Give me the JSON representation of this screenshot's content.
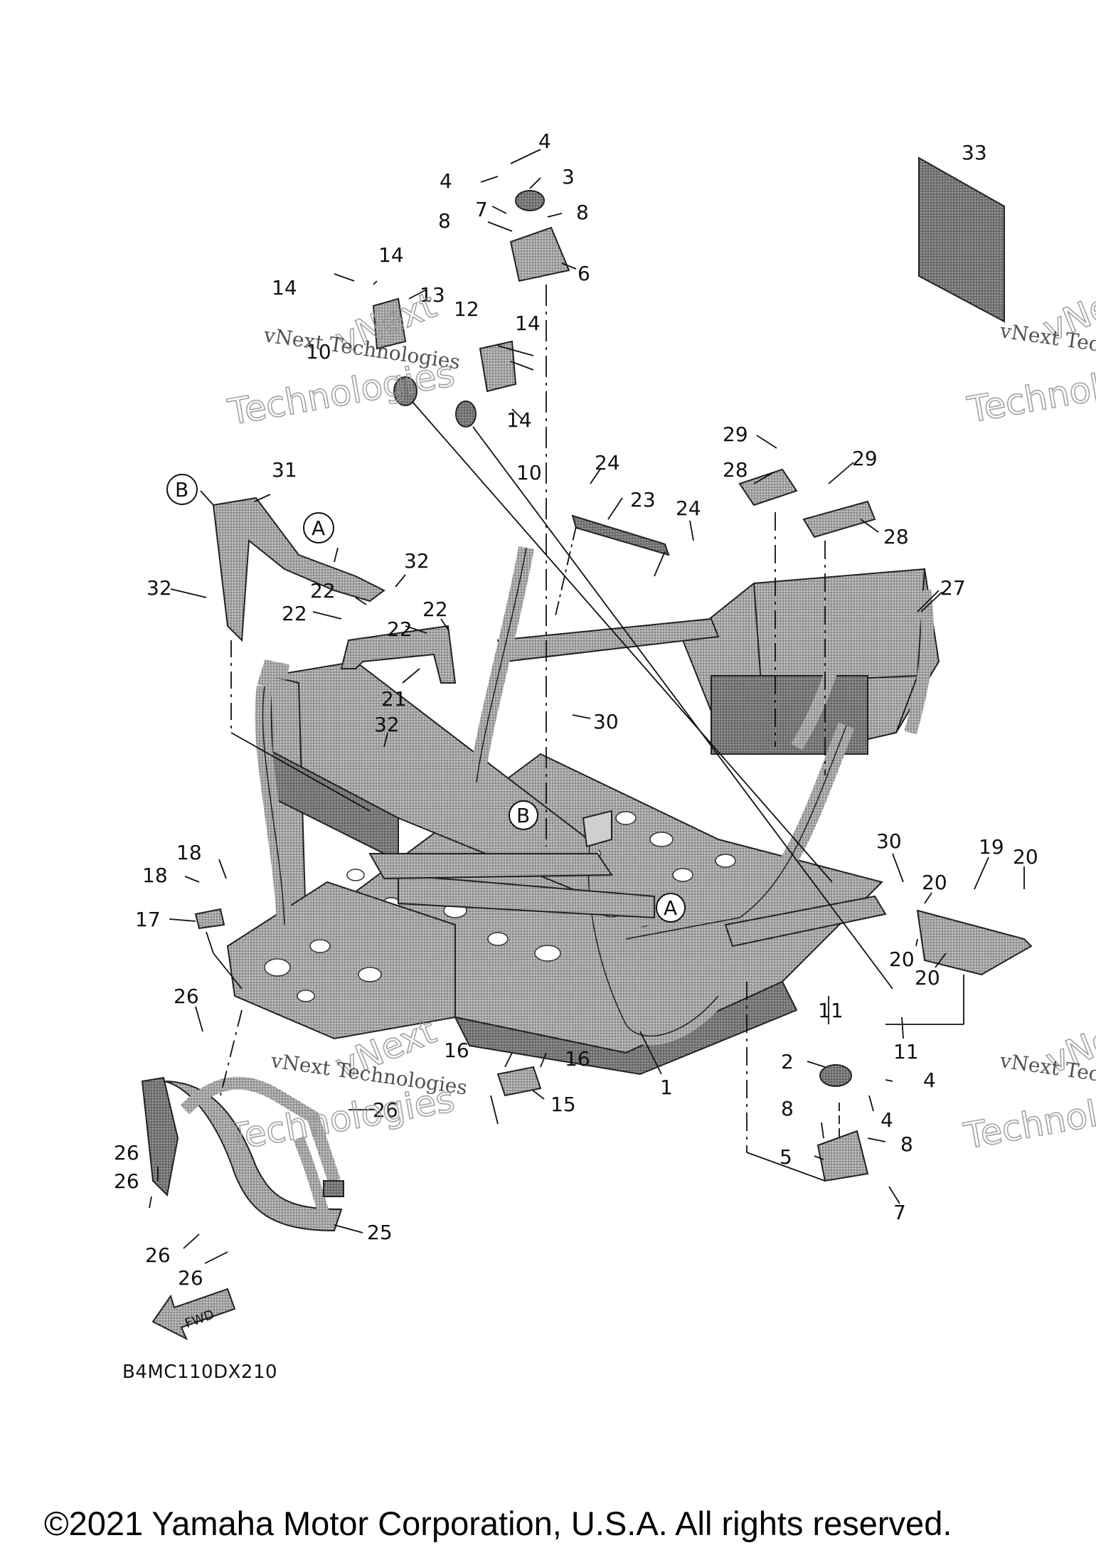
{
  "diagram": {
    "callouts": [
      "1",
      "2",
      "3",
      "4",
      "5",
      "6",
      "7",
      "8",
      "10",
      "11",
      "12",
      "13",
      "14",
      "15",
      "16",
      "17",
      "18",
      "19",
      "20",
      "21",
      "22",
      "23",
      "24",
      "25",
      "26",
      "27",
      "28",
      "29",
      "30",
      "31",
      "32",
      "33"
    ],
    "reference_markers": [
      "A",
      "B"
    ],
    "fwd_label": "FWD",
    "diagram_code": "B4MC110DX210",
    "watermark": {
      "line1": "vNext Technologies",
      "word1": "vNext",
      "word2": "Technologies"
    }
  },
  "footer": {
    "copyright": "©2021 Yamaha Motor Corporation, U.S.A. All rights reserved."
  },
  "colors": {
    "ink": "#111111",
    "frame_fill": "#9a9a9a",
    "frame_dark": "#5a5a5a",
    "background": "#ffffff"
  }
}
